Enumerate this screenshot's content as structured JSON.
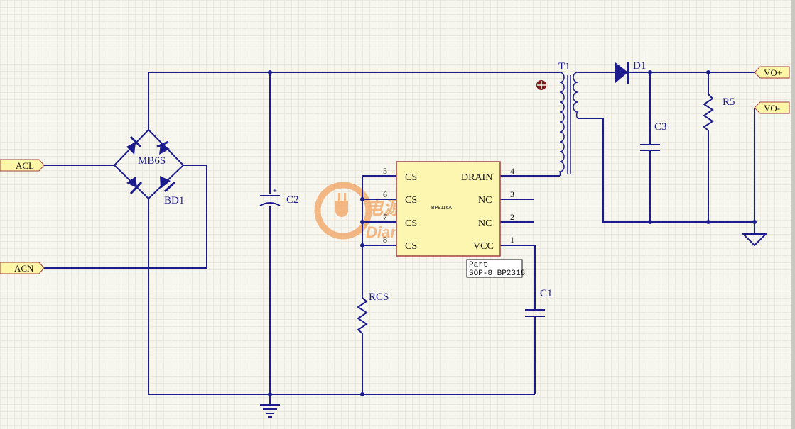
{
  "components": {
    "bridge": {
      "ref": "BD1",
      "part": "MB6S"
    },
    "c2": {
      "ref": "C2"
    },
    "c1": {
      "ref": "C1"
    },
    "c3": {
      "ref": "C3"
    },
    "rcs": {
      "ref": "RCS"
    },
    "r5": {
      "ref": "R5"
    },
    "t1": {
      "ref": "T1"
    },
    "d1": {
      "ref": "D1"
    },
    "ic": {
      "part_label": "BP9116A",
      "info_line1": "Part",
      "info_line2": "SOP-8 BP2318",
      "pins": [
        {
          "num": "5",
          "name": "CS"
        },
        {
          "num": "6",
          "name": "CS"
        },
        {
          "num": "7",
          "name": "CS"
        },
        {
          "num": "8",
          "name": "CS"
        },
        {
          "num": "4",
          "name": "DRAIN"
        },
        {
          "num": "3",
          "name": "NC"
        },
        {
          "num": "2",
          "name": "NC"
        },
        {
          "num": "1",
          "name": "VCC"
        }
      ]
    }
  },
  "ports": {
    "acl": "ACL",
    "acn": "ACN",
    "vo_plus": "VO+",
    "vo_minus": "VO-"
  },
  "watermark": {
    "cn": "电源网",
    "url": "DianYuan.com"
  },
  "colors": {
    "wire": "#1c1c8e",
    "ic_fill": "#fdf6b0",
    "ic_border": "#a04040",
    "port_fill": "#fff6a8",
    "watermark": "#f2a260",
    "background": "#f7f6ee"
  }
}
